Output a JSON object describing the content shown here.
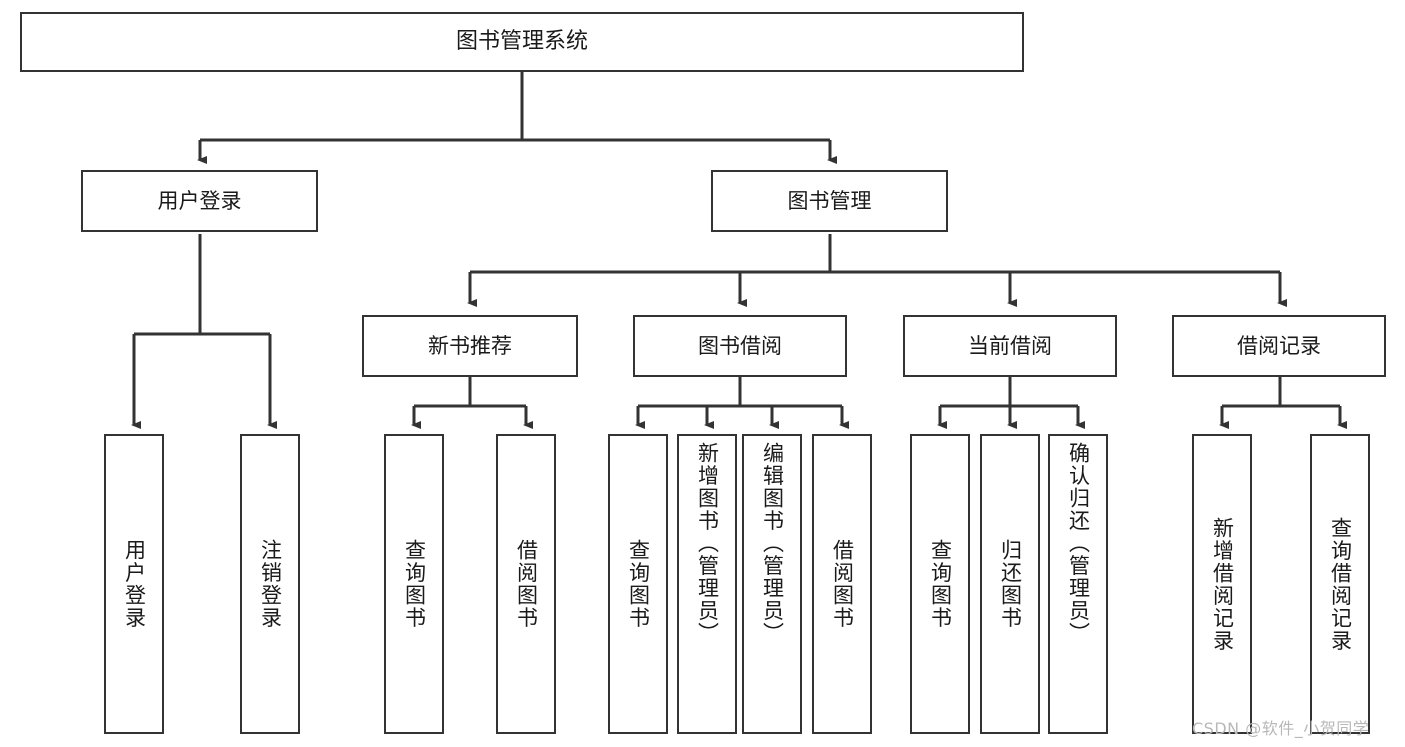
{
  "diagram": {
    "title": "图书管理系统",
    "type": "tree",
    "watermark": "CSDN @软件_小贺同学",
    "nodes": {
      "root": {
        "label": "图书管理系统"
      },
      "level2": [
        {
          "id": "user-login",
          "label": "用户登录"
        },
        {
          "id": "book-manage",
          "label": "图书管理"
        }
      ],
      "level3": [
        {
          "id": "new-book-recommend",
          "label": "新书推荐"
        },
        {
          "id": "book-borrow",
          "label": "图书借阅"
        },
        {
          "id": "current-borrow",
          "label": "当前借阅"
        },
        {
          "id": "borrow-record",
          "label": "借阅记录"
        }
      ],
      "leaves": {
        "user_login": [
          {
            "id": "leaf-user-login",
            "label": "用户登录"
          },
          {
            "id": "leaf-logout-login",
            "label": "注销登录"
          }
        ],
        "new_book_recommend": [
          {
            "id": "leaf-query-book-1",
            "label": "查询图书"
          },
          {
            "id": "leaf-borrow-book-1",
            "label": "借阅图书"
          }
        ],
        "book_borrow": [
          {
            "id": "leaf-query-book-2",
            "label": "查询图书"
          },
          {
            "id": "leaf-add-book",
            "label": "新增图书（管理员）"
          },
          {
            "id": "leaf-edit-book",
            "label": "编辑图书（管理员）"
          },
          {
            "id": "leaf-borrow-book-2",
            "label": "借阅图书"
          }
        ],
        "current_borrow": [
          {
            "id": "leaf-query-book-3",
            "label": "查询图书"
          },
          {
            "id": "leaf-return-book",
            "label": "归还图书"
          },
          {
            "id": "leaf-confirm-return",
            "label": "确认归还（管理员）"
          }
        ],
        "borrow_record": [
          {
            "id": "leaf-add-record",
            "label": "新增借阅记录"
          },
          {
            "id": "leaf-query-record",
            "label": "查询借阅记录"
          }
        ]
      }
    },
    "colors": {
      "border": "#333333",
      "background": "#ffffff",
      "text": "#1a1a1a",
      "watermark": "#b8b8b8"
    }
  }
}
